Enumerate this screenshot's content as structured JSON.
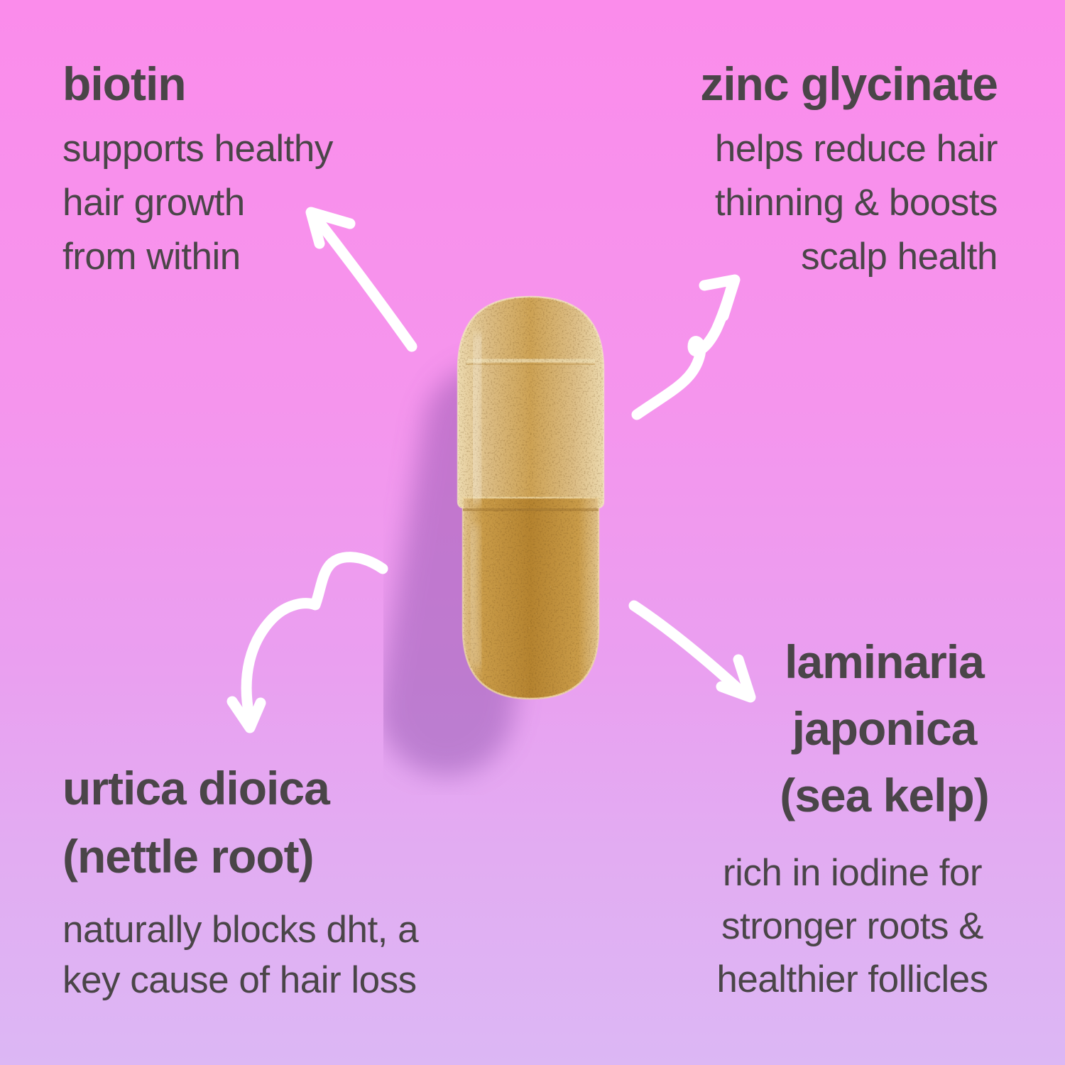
{
  "infographic": {
    "subject": "hair supplement capsule ingredients",
    "capsule_style": "translucent tan capsule filled with golden-brown powder"
  },
  "palette": {
    "bg_top": "#fb8ceb",
    "bg_middle": "#f09aee",
    "bg_bottom": "#dcb7f4",
    "text": "#4a4548",
    "arrow": "#ffffff",
    "capsule_shell": "#e9d2a2",
    "capsule_powder": "#c59441",
    "capsule_powder_dark": "#b5832f",
    "capsule_shadow": "#7e44a0"
  },
  "callouts": {
    "biotin": {
      "title": "biotin",
      "lines": [
        "supports healthy",
        "hair growth",
        "from within"
      ]
    },
    "zinc": {
      "title": "zinc glycinate",
      "lines": [
        "helps reduce hair",
        "thinning & boosts",
        "scalp health"
      ]
    },
    "nettle": {
      "title_lines": [
        "urtica dioica",
        "(nettle root)"
      ],
      "lines": [
        "naturally blocks dht, a",
        "key cause of hair loss"
      ]
    },
    "kelp": {
      "title_lines": [
        "laminaria",
        "japonica",
        "(sea kelp)"
      ],
      "lines": [
        "rich in iodine for",
        "stronger roots &",
        "healthier follicles"
      ]
    }
  }
}
